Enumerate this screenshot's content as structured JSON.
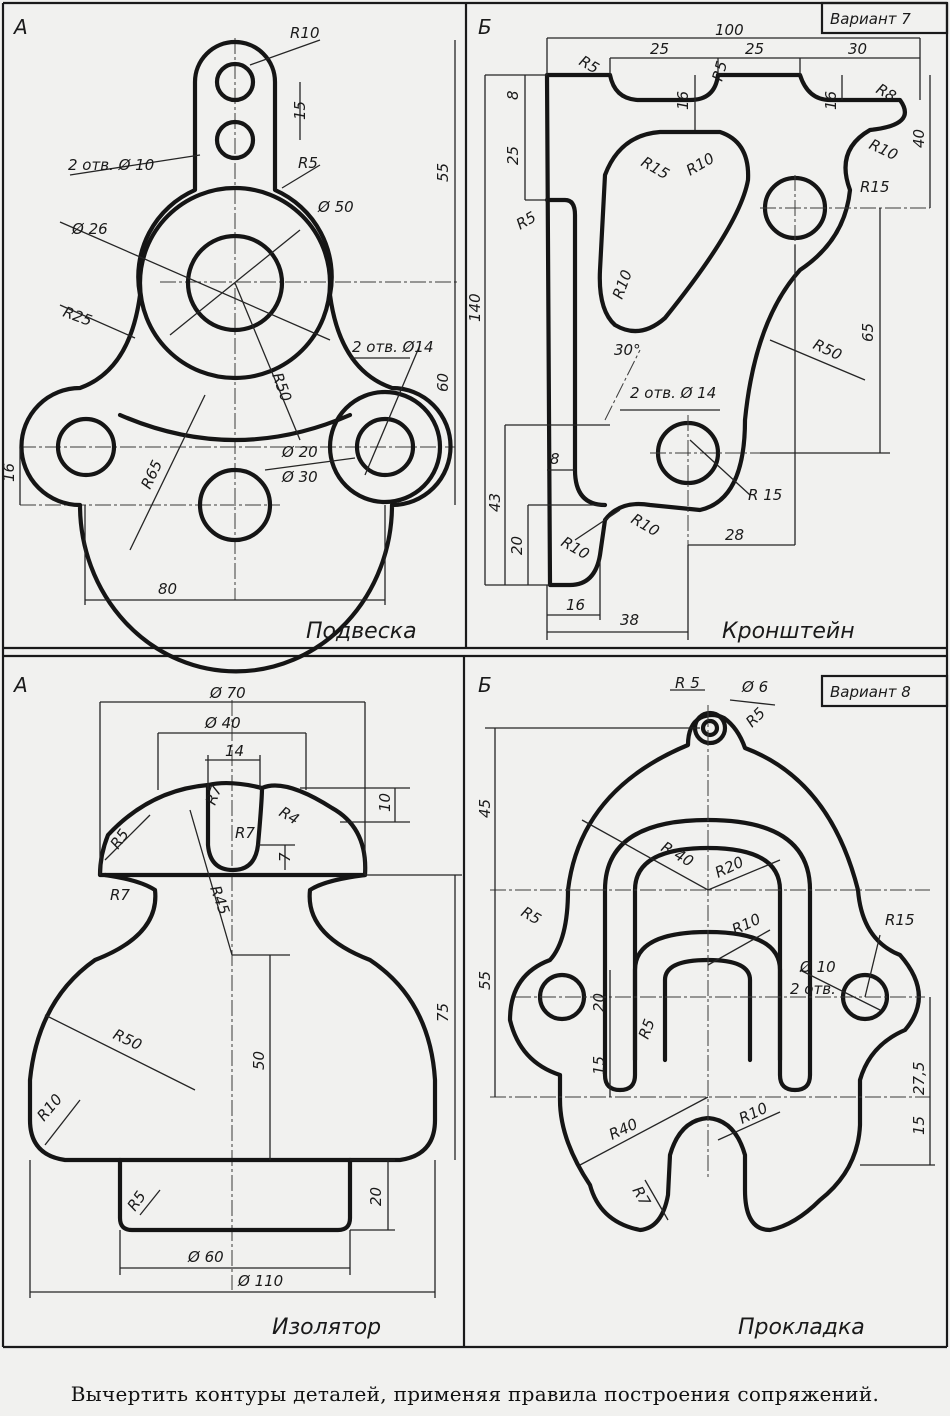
{
  "panels": {
    "podveska": {
      "letter": "А",
      "title": "Подвеска",
      "dims": {
        "r10_top": "R10",
        "d15": "15",
        "d55": "55",
        "holes10": "2 отв. Ø 10",
        "r5": "R5",
        "d26": "Ø 26",
        "d50": "Ø 50",
        "r25": "R25",
        "holes14": "2 отв. Ø14",
        "r50": "R50",
        "d60": "60",
        "r65": "R65",
        "d20": "Ø 20",
        "d30": "Ø 30",
        "d16": "16",
        "d80": "80"
      }
    },
    "kronshtein": {
      "letter": "Б",
      "title": "Кронштейн",
      "variant": "Вариант 7",
      "dims": {
        "d100": "100",
        "d25a": "25",
        "d25b": "25",
        "d30": "30",
        "r5a": "R5",
        "r5b": "R5",
        "d8": "8",
        "d16a": "16",
        "d16b": "16",
        "r8": "R8",
        "d40": "40",
        "d25": "25",
        "r15a": "R15",
        "r10a": "R10",
        "r10b": "R10",
        "r15b": "R15",
        "r5c": "R5",
        "d140": "140",
        "r10c": "R10",
        "d65": "65",
        "r50": "R50",
        "a30": "30°",
        "holes14": "2 отв. Ø 14",
        "d8b": "8",
        "r15c": "R 15",
        "d43": "43",
        "d20": "20",
        "r10d": "R10",
        "r10e": "R10",
        "d28": "28",
        "d16c": "16",
        "d38": "38"
      }
    },
    "izolyator": {
      "letter": "А",
      "title": "Изолятор",
      "dims": {
        "d70": "Ø 70",
        "d40": "Ø 40",
        "d14": "14",
        "r7a": "R7",
        "r4": "R4",
        "d10": "10",
        "r5a": "R5",
        "r7b": "R7",
        "d7": "7",
        "r7c": "R7",
        "r45": "R45",
        "d75": "75",
        "d50": "50",
        "r50": "R50",
        "r10": "R10",
        "r5b": "R5",
        "d20": "20",
        "d60": "Ø 60",
        "d110": "Ø 110"
      }
    },
    "prokladka": {
      "letter": "Б",
      "title": "Прокладка",
      "variant": "Вариант 8",
      "dims": {
        "r5a": "R 5",
        "d6": "Ø 6",
        "r5b": "R5",
        "d45": "45",
        "r40a": "R 40",
        "r20": "R20",
        "r5c": "R5",
        "r15": "R15",
        "r10a": "R10",
        "d10": "Ø 10",
        "holes": "2 отв.",
        "d55": "55",
        "d20": "20",
        "r5d": "R5",
        "d15a": "15",
        "d27": "27,5",
        "d15b": "15",
        "r40b": "R40",
        "r10b": "R10",
        "r7": "R7"
      }
    }
  },
  "caption": "Вычертить контуры деталей, применяя правила построения сопряжений."
}
